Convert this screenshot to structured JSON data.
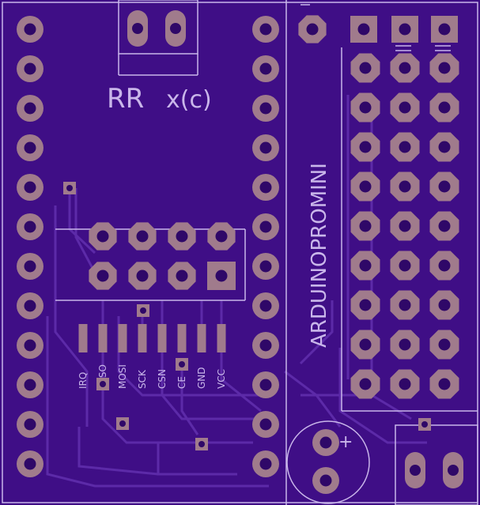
{
  "board": {
    "name": "ARDUINOPROMINI",
    "credit": "RR",
    "credit_suffix": "x(c)",
    "polarity_mark": "+"
  },
  "header_labels": [
    "IRQ",
    "MISO",
    "MOSI",
    "SCK",
    "CSN",
    "CE",
    "GND",
    "VCC"
  ],
  "colors": {
    "board": "#3f0e86",
    "board_dark": "#2f0868",
    "copper": "#a07b8c",
    "silk": "#c9b6ea",
    "trace": "#5c2aa8"
  }
}
